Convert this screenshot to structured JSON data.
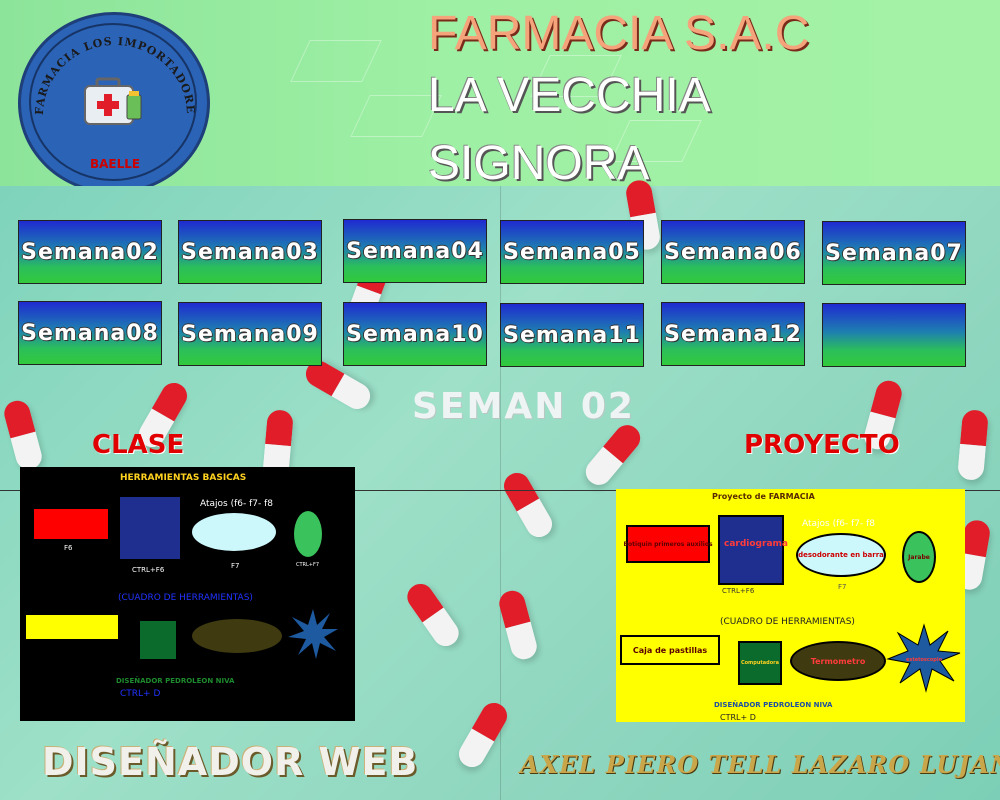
{
  "header": {
    "title_lines": [
      "FARMACIA S.A.C",
      "LA VECCHIA",
      "SIGNORA"
    ],
    "logo": {
      "ring_text": "FARMACIA LOS IMPORTADORES",
      "badge": "BAELLE"
    }
  },
  "weeks": [
    "Semana02",
    "Semana03",
    "Semana04",
    "Semana05",
    "Semana06",
    "Semana07",
    "Semana08",
    "Semana09",
    "Semana10",
    "Semana11",
    "Semana12",
    ""
  ],
  "section_title": "SEMAN 02",
  "clase": {
    "label": "CLASE",
    "panel": {
      "heading": "HERRAMIENTAS BASICAS",
      "shortcuts": "Atajos (f6- f7- f8",
      "f6": "F6",
      "ctrl_f6": "CTRL+F6",
      "f7": "F7",
      "ctrl_f7": "CTRL+F7",
      "toolbox": "(CUADRO DE HERRAMIENTAS)",
      "designer": "DISEÑADOR PEDROLEON NIVA",
      "ctrl_d": "CTRL+ D"
    }
  },
  "proyecto": {
    "label": "PROYECTO",
    "panel": {
      "heading": "Proyecto de FARMACIA",
      "shortcuts": "Atajos (f6- f7- f8",
      "box_red": "Botiquin primeros auxilios",
      "box_blue": "cardiograma",
      "ellipse_cyan": "desodorante en barra",
      "ellipse_green": "Jarabe",
      "ctrl_f6": "CTRL+F6",
      "f7": "F7",
      "toolbox": "(CUADRO DE HERRAMIENTAS)",
      "box_yellow": "Caja de pastillas",
      "box_green": "Computadora",
      "ellipse_olive": "Termometro",
      "star": "estetoscopio",
      "designer": "DISEÑADOR PEDROLEON NIVA",
      "ctrl_d": "CTRL+ D"
    }
  },
  "footer": {
    "left": "DISEÑADOR WEB",
    "right": "AXEL PIERO TELL LAZARO LUJAN"
  },
  "colors": {
    "header_bg": "#9ef0a4",
    "week_top": "#1f2bd1",
    "week_bottom": "#32c93c",
    "section_red": "#e00000",
    "project_bg": "#ffff00"
  }
}
